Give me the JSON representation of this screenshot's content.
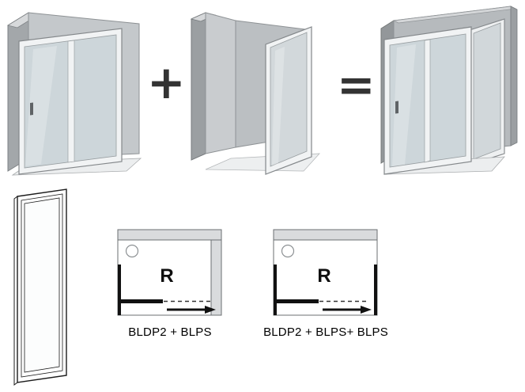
{
  "operators": {
    "plus": "+",
    "equals": "="
  },
  "illustrations": {
    "left_unit": "sliding-door-shower-3d",
    "middle_unit": "fixed-side-wall-3d",
    "right_unit": "corner-enclosure-3d",
    "flat_panel": "fixed-panel-outline"
  },
  "schematics": {
    "first": {
      "room_label": "R",
      "caption": "BLDP2 + BLPS"
    },
    "second": {
      "room_label": "R",
      "caption": "BLDP2 + BLPS+ BLPS"
    }
  },
  "colors": {
    "wall_gray": "#c4c8cb",
    "wall_dark": "#9b9fa2",
    "glass": "#c9d1d6",
    "frame_white": "#f1f3f4",
    "line_black": "#111111",
    "operator_gray": "#333333"
  }
}
